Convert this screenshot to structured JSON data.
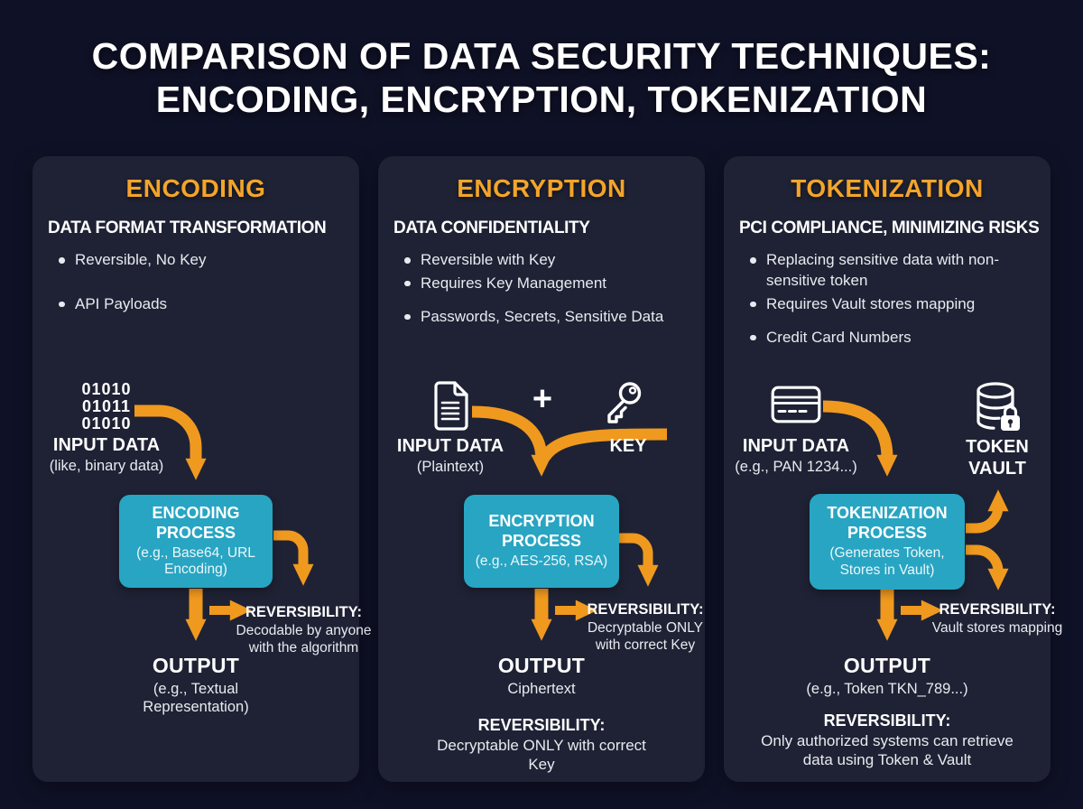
{
  "title": {
    "line1": "COMPARISON OF DATA SECURITY TECHNIQUES:",
    "line2": "ENCODING, ENCRYPTION, TOKENIZATION"
  },
  "colors": {
    "page_bg": "#0f1126",
    "card_bg": "#1e2234",
    "arrow_orange": "#f0991f",
    "heading_orange": "#f4a42a",
    "process_teal": "#28a5c2",
    "text_primary": "#ffffff",
    "text_secondary": "#e9eaf0"
  },
  "cards": [
    {
      "heading": "ENCODING",
      "subheading": "DATA FORMAT TRANSFORMATION",
      "bullets": [
        "Reversible, No Key",
        "API Payloads"
      ],
      "input": {
        "icon": "binary-text",
        "binary_lines": [
          "01010",
          "01011",
          "01010"
        ],
        "label": "INPUT DATA",
        "sublabel": "(like, binary data)"
      },
      "process": {
        "title": "ENCODING PROCESS",
        "subtitle": "(e.g., Base64, URL Encoding)"
      },
      "side_reversibility": {
        "label": "REVERSIBILITY:",
        "text": "Decodable by anyone with the algorithm"
      },
      "output": {
        "label": "OUTPUT",
        "sublabel": "(e.g., Textual Representation)"
      }
    },
    {
      "heading": "ENCRYPTION",
      "subheading": "DATA CONFIDENTIALITY",
      "bullets": [
        "Reversible with Key",
        "Requires Key Management",
        "Passwords, Secrets, Sensitive Data"
      ],
      "plus_sign": "+",
      "input": {
        "icon": "document-icon",
        "label": "INPUT DATA",
        "sublabel": "(Plaintext)"
      },
      "key": {
        "icon": "key-icon",
        "label": "KEY"
      },
      "process": {
        "title": "ENCRYPTION PROCESS",
        "subtitle": "(e.g., AES-256, RSA)"
      },
      "side_reversibility": {
        "label": "REVERSIBILITY:",
        "text": "Decryptable ONLY with correct Key"
      },
      "output": {
        "label": "OUTPUT",
        "sublabel": "Ciphertext"
      },
      "bottom_reversibility": {
        "label": "REVERSIBILITY:",
        "text": "Decryptable ONLY with correct Key"
      }
    },
    {
      "heading": "TOKENIZATION",
      "subheading": "PCI COMPLIANCE, MINIMIZING RISKS",
      "bullets": [
        "Replacing sensitive data with non-sensitive token",
        "Requires Vault stores mapping",
        "Credit Card Numbers"
      ],
      "input": {
        "icon": "credit-card-icon",
        "label": "INPUT DATA",
        "sublabel": "(e.g., PAN 1234...)"
      },
      "vault": {
        "icon": "database-lock-icon",
        "label": "TOKEN VAULT"
      },
      "process": {
        "title": "TOKENIZATION PROCESS",
        "subtitle": "(Generates Token, Stores in Vault)"
      },
      "side_reversibility": {
        "label": "REVERSIBILITY:",
        "text": "Vault stores mapping"
      },
      "output": {
        "label": "OUTPUT",
        "sublabel": "(e.g., Token TKN_789...)"
      },
      "bottom_reversibility": {
        "label": "REVERSIBILITY:",
        "text": "Only authorized systems can retrieve data using Token & Vault"
      }
    }
  ]
}
